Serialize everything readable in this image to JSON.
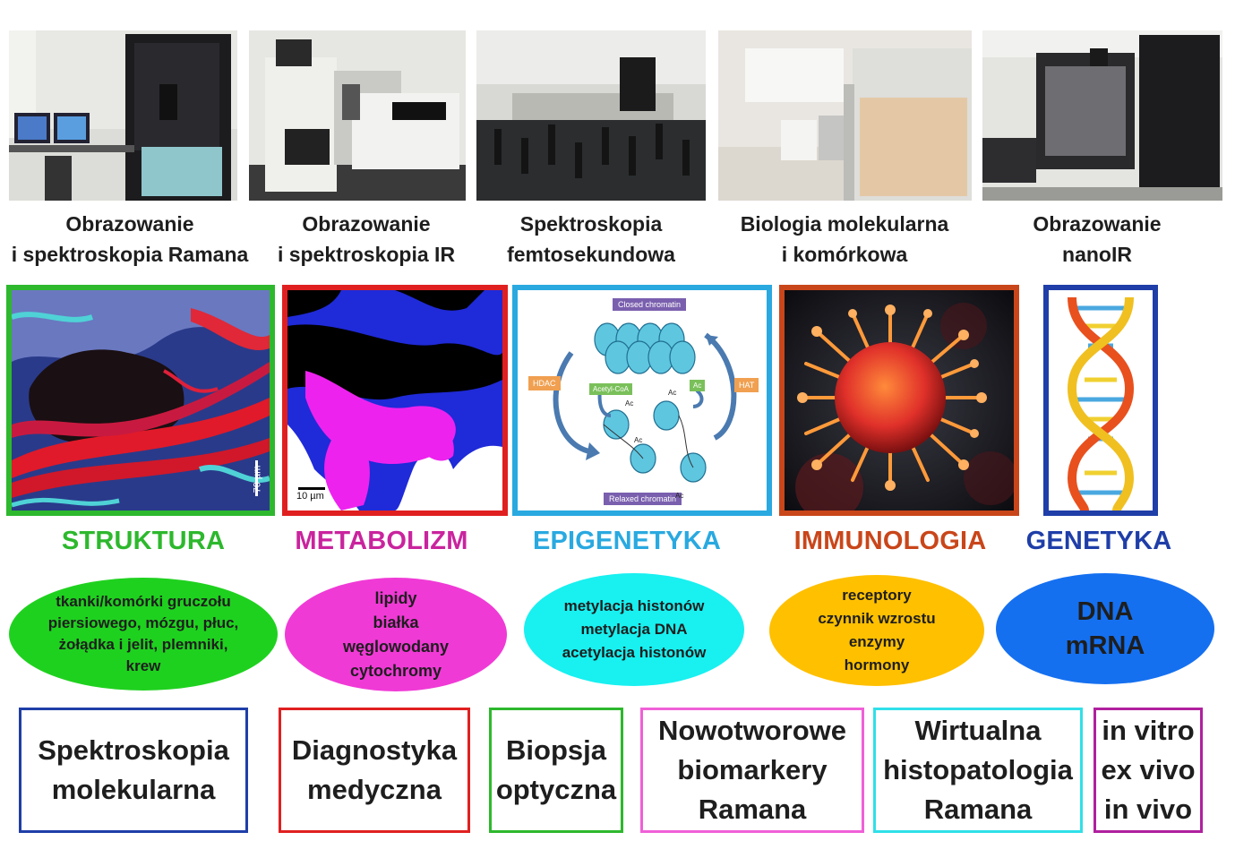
{
  "labs": [
    {
      "lines": [
        "Obrazowanie",
        "i spektroskopia Ramana"
      ]
    },
    {
      "lines": [
        "Obrazowanie",
        "i spektroskopia IR"
      ]
    },
    {
      "lines": [
        "Spektroskopia",
        "femtosekundowa"
      ]
    },
    {
      "lines": [
        "Biologia molekularna",
        "i komórkowa"
      ]
    },
    {
      "lines": [
        "Obrazowanie",
        "nanoIR"
      ]
    }
  ],
  "panels": {
    "struktura_scale": "70 µm",
    "metabolizm_scale": "10 µm",
    "epigenetyka": {
      "closed": "Closed chromatin",
      "relaxed": "Relaxed chromatin",
      "hdac": "HDAC",
      "hat": "HAT",
      "acetyl": "Acetyl-CoA",
      "ac": "Ac"
    }
  },
  "headings": [
    {
      "text": "STRUKTURA",
      "color": "#2db82d"
    },
    {
      "text": "METABOLIZM",
      "color": "#c9249e"
    },
    {
      "text": "EPIGENETYKA",
      "color": "#29a9e0"
    },
    {
      "text": "IMMUNOLOGIA",
      "color": "#c9461a"
    },
    {
      "text": "GENETYKA",
      "color": "#1f3ea8"
    }
  ],
  "ellipses": [
    {
      "lines": [
        "tkanki/komórki gruczołu",
        "piersiowego, mózgu, płuc,",
        "żołądka i jelit, plemniki,",
        "krew"
      ],
      "color": "#1fd11f"
    },
    {
      "lines": [
        "lipidy",
        "białka",
        "węglowodany",
        "cytochromy"
      ],
      "color": "#f03ad6"
    },
    {
      "lines": [
        "metylacja histonów",
        "metylacja DNA",
        "acetylacja histonów"
      ],
      "color": "#19f0f0"
    },
    {
      "lines": [
        "receptory",
        "czynnik wzrostu",
        "enzymy",
        "hormony"
      ],
      "color": "#ffc000"
    },
    {
      "lines": [
        "DNA",
        "mRNA"
      ],
      "color": "#1570f0"
    }
  ],
  "boxes": [
    {
      "lines": [
        "Spektroskopia",
        "molekularna"
      ],
      "color": "#1f3ea8"
    },
    {
      "lines": [
        "Diagnostyka",
        "medyczna"
      ],
      "color": "#e02020"
    },
    {
      "lines": [
        "Biopsja",
        "optyczna"
      ],
      "color": "#2db82d"
    },
    {
      "lines": [
        "Nowotworowe",
        "biomarkery",
        "Ramana"
      ],
      "color": "#f060d8"
    },
    {
      "lines": [
        "Wirtualna",
        "histopatologia",
        "Ramana"
      ],
      "color": "#30e0e8"
    },
    {
      "lines": [
        "in vitro",
        "ex vivo",
        "in vivo"
      ],
      "color": "#b0209e"
    }
  ]
}
